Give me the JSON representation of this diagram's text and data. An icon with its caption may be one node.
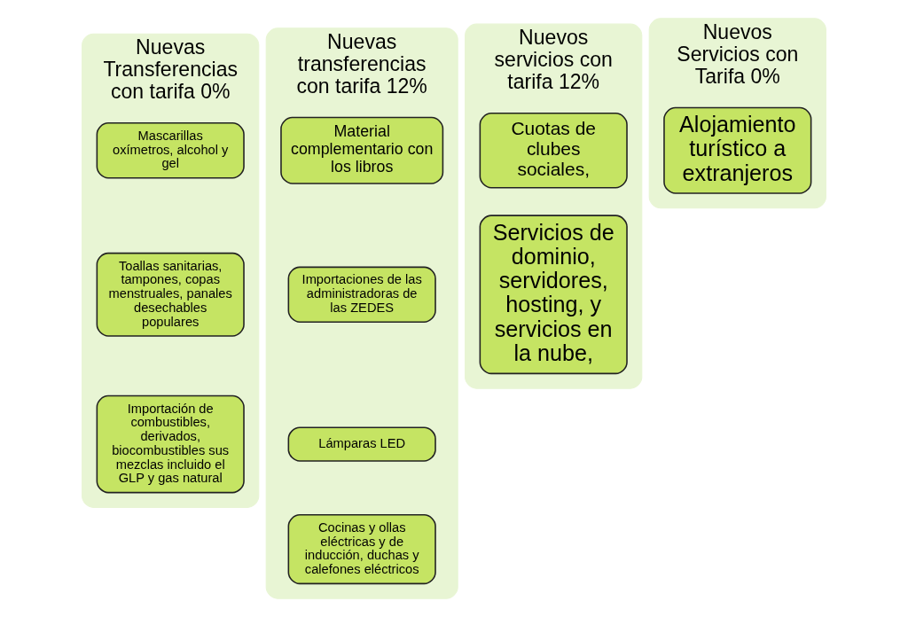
{
  "diagram": {
    "nodes": [
      {
        "text": [
          "Nuevas Transferencias con tarifa 0%"
        ]
      },
      {
        "text": [
          "Mascarillas oxímetros, alcohol y gel"
        ],
        "in": 0
      },
      {
        "text": [
          "Toallas sanitarias, tampones, copas menstruales, panales desechables populares"
        ],
        "in": 0
      },
      {
        "text": [
          "Importación de combustibles, derivados, biocombustibles sus mezclas incluido el GLP y gas natural"
        ],
        "in": 0
      },
      {
        "text": [
          "Nuevas transferencias con tarifa 12%"
        ]
      },
      {
        "text": [
          "Material complementario con los libros"
        ],
        "in": 4
      },
      {
        "text": [
          "Importaciones de las administradoras de las ZEDES"
        ],
        "in": 4
      },
      {
        "text": [
          "Lámparas LED"
        ],
        "in": 4
      },
      {
        "text": [
          "Cocinas y ollas eléctricas y de inducción, duchas y calefones eléctricos"
        ],
        "in": 4
      },
      {
        "text": [
          "Nuevos servicios con tarifa 12%"
        ]
      },
      {
        "text": [
          "Cuotas de clubes sociales,"
        ],
        "in": 9
      },
      {
        "text": [
          "Servicios de dominio, servidores, hosting, y servicios en la nube,"
        ],
        "in": 9
      },
      {
        "text": [
          "Nuevos Servicios con Tarifa 0%"
        ]
      },
      {
        "text": [
          "Alojamiento turístico a extranjeros"
        ],
        "in": 12
      }
    ],
    "edges": []
  }
}
